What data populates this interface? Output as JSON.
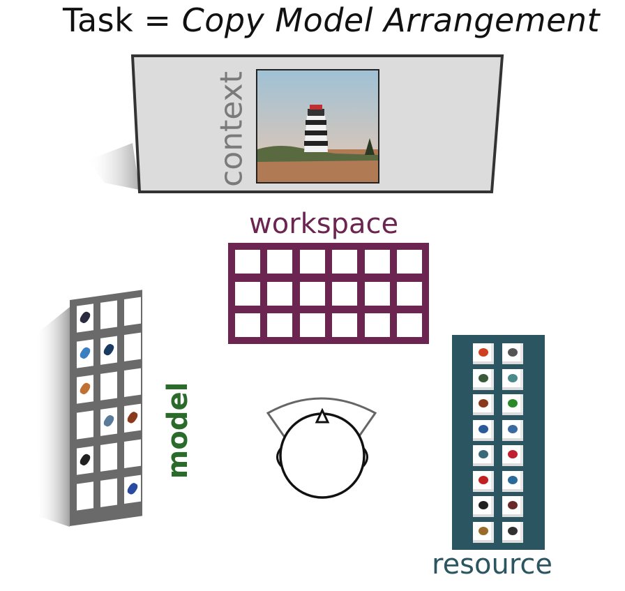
{
  "title": {
    "prefix": "Task = ",
    "task": "Copy Model Arrangement"
  },
  "labels": {
    "context": "context",
    "workspace": "workspace",
    "model": "model",
    "resource": "resource"
  },
  "colors": {
    "workspace": "#6b2550",
    "resource_panel": "#2b5560",
    "model_label": "#2a6a2a",
    "model_frame": "#6a6a6a",
    "context_panel": "#dcdcdc",
    "sky": "#9fc1d6",
    "ground": "#b07a55"
  },
  "grids": {
    "workspace": {
      "rows": 3,
      "cols": 6
    },
    "model": {
      "rows": 6,
      "cols": 3
    },
    "resource": {
      "rows": 8,
      "cols": 2
    }
  },
  "model_items": [
    {
      "row": 0,
      "col": 0,
      "color": "#2a2a40"
    },
    {
      "row": 1,
      "col": 0,
      "color": "#3a7fc0"
    },
    {
      "row": 1,
      "col": 1,
      "color": "#1a3a60"
    },
    {
      "row": 2,
      "col": 0,
      "color": "#c07030"
    },
    {
      "row": 3,
      "col": 1,
      "color": "#5a7a9a"
    },
    {
      "row": 3,
      "col": 2,
      "color": "#8a3a1a"
    },
    {
      "row": 4,
      "col": 0,
      "color": "#202020"
    },
    {
      "row": 5,
      "col": 2,
      "color": "#2a4aa0"
    }
  ],
  "resource_items": [
    "#d04020",
    "#555555",
    "#3a5a3a",
    "#4a8a8a",
    "#8a3a1a",
    "#2a8a2a",
    "#2a5a9a",
    "#3a6aa0",
    "#3a6a7a",
    "#c02030",
    "#c02020",
    "#2a6a9a",
    "#202020",
    "#6a2a2a",
    "#9a6a2a",
    "#303030"
  ]
}
